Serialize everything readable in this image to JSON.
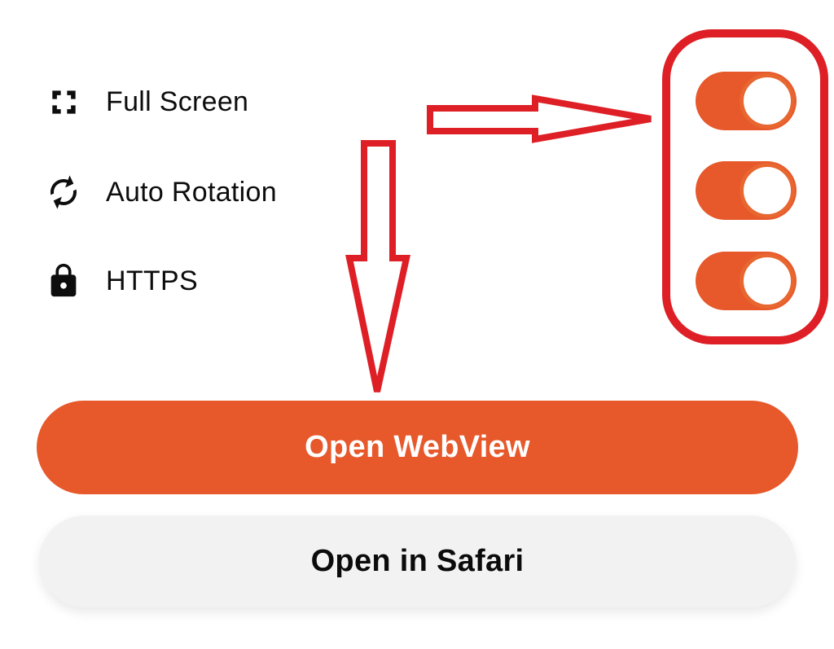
{
  "settings": {
    "rows": [
      {
        "label": "Full Screen",
        "icon": "fullscreen-icon",
        "state": "on"
      },
      {
        "label": "Auto Rotation",
        "icon": "auto-rotation-icon",
        "state": "on"
      },
      {
        "label": "HTTPS",
        "icon": "lock-icon",
        "state": "on"
      }
    ]
  },
  "buttons": {
    "open_webview": "Open WebView",
    "open_safari": "Open in Safari"
  },
  "colors": {
    "accent_orange": "#E7582B",
    "toggle_knob_ring": "#E8662F",
    "annotation_red": "#DE1F26",
    "secondary_button_bg": "#F2F2F3",
    "text_dark": "#0D0D0D",
    "text_light": "#FFFFFF",
    "background": "#FFFFFF"
  },
  "annotations": {
    "shapes": [
      "arrow-right",
      "arrow-down",
      "highlight-box-around-toggles"
    ]
  }
}
